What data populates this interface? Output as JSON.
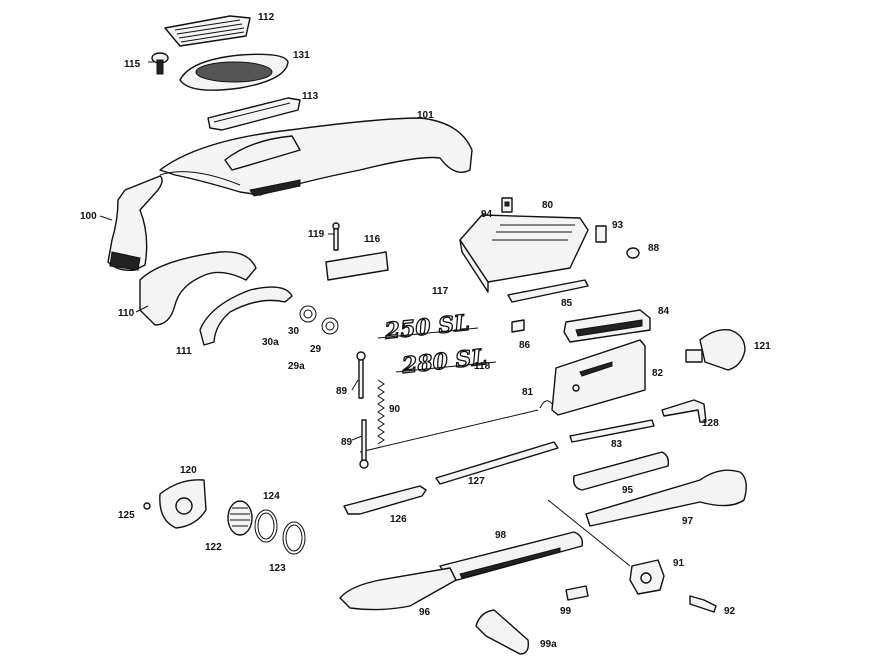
{
  "labels": {
    "112": "112",
    "115": "115",
    "131": "131",
    "113": "113",
    "101": "101",
    "100": "100",
    "94": "94",
    "80": "80",
    "93": "93",
    "88": "88",
    "119": "119",
    "116": "116",
    "110": "110",
    "117": "117",
    "85": "85",
    "84": "84",
    "30": "30",
    "30a": "30a",
    "111": "111",
    "29": "29",
    "29a": "29a",
    "86": "86",
    "121": "121",
    "82": "82",
    "118": "118",
    "89a": "89",
    "89b": "89",
    "90": "90",
    "81": "81",
    "128": "128",
    "83": "83",
    "127": "127",
    "95": "95",
    "120": "120",
    "124": "124",
    "125": "125",
    "126": "126",
    "97": "97",
    "122": "122",
    "98": "98",
    "123": "123",
    "91": "91",
    "96": "96",
    "99": "99",
    "92": "92",
    "99a": "99a"
  },
  "emblems": {
    "emblem_250": "250 SL",
    "emblem_280": "280 SL"
  }
}
